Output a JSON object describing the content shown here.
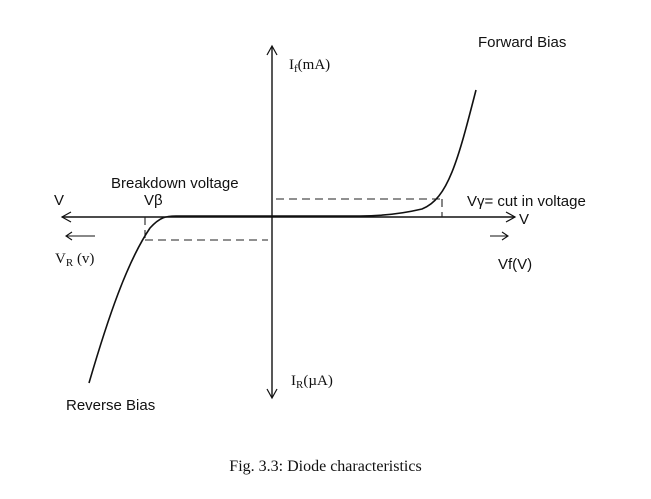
{
  "labels": {
    "forward_bias": "Forward Bias",
    "if_axis": "I",
    "if_axis_sub": "f",
    "if_axis_unit": "(mA)",
    "breakdown_voltage": "Breakdown voltage",
    "v_beta": "Vβ",
    "v_left": "V",
    "vr_axis": "V",
    "vr_axis_sub": "R",
    "vr_axis_unit": " (v)",
    "cut_in": "Vγ= cut in voltage",
    "v_right": "V",
    "vf_axis": "Vf(V)",
    "ir_axis": "I",
    "ir_axis_sub": "R",
    "ir_axis_unit": "(µA)",
    "reverse_bias": "Reverse Bias"
  },
  "caption": "Fig. 3.3: Diode characteristics",
  "colors": {
    "ink": "#111111",
    "dash": "#222222"
  }
}
